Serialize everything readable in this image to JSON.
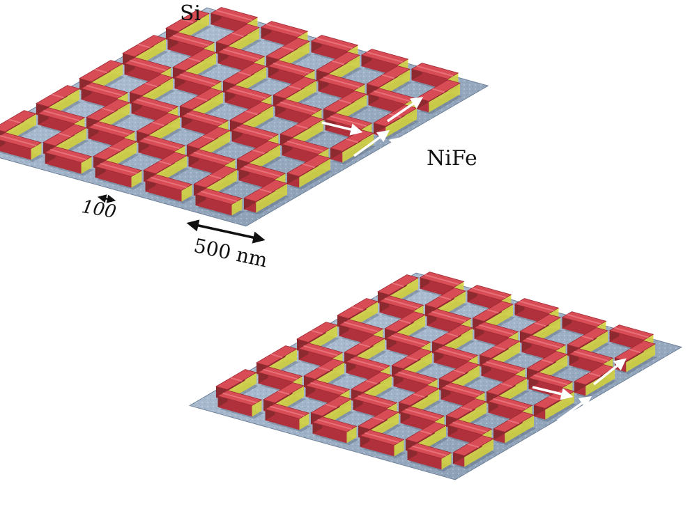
{
  "labels": {
    "substrate": "Si",
    "magnet": "NiFe",
    "gap_scale": "100",
    "bar_scale": "500 nm"
  },
  "colors": {
    "substrate": "#9fb2c8",
    "substrate_dark": "#6f8198",
    "magnet_top": "#d84c56",
    "magnet_side": "#b0303b",
    "magnet_edge": "#d6d23a",
    "arrow": "#ffffff",
    "scale_arrow": "#111111"
  }
}
